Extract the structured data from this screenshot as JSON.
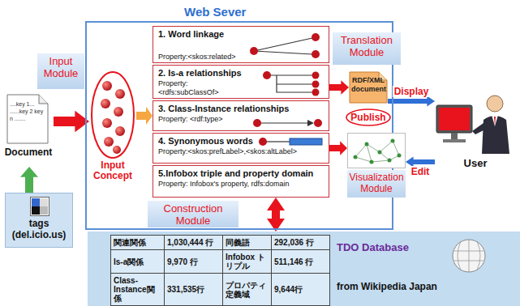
{
  "diagram": {
    "nodes": [
      {
        "text": [
          "Web Sever"
        ]
      },
      {
        "text": [
          "Input Module"
        ]
      },
      {
        "text": [
          "Input Concept"
        ],
        "in": 0
      },
      {
        "text": [
          "1. Word linkage",
          "Property:<skos:related>"
        ],
        "in": 0
      },
      {
        "text": [
          "2. Is-a relationships",
          "Property: <rdfs:subClassOf>"
        ],
        "in": 0
      },
      {
        "text": [
          "3. Class-Instance relationships",
          "Property: <rdf:type>"
        ],
        "in": 0
      },
      {
        "text": [
          "4. Synonymous words",
          "Property:<skos:prefLabel>,<skos:altLabel>"
        ],
        "in": 0
      },
      {
        "text": [
          "5.Infobox triple and property domain",
          "Property: Infobox's property, rdfs:domain"
        ],
        "in": 0
      },
      {
        "text": [
          "Translation Module"
        ]
      },
      {
        "text": [
          "RDF/XML document"
        ],
        "in": 0
      },
      {
        "text": [
          "Publish"
        ],
        "in": 0
      },
      {
        "text": [
          "Visualization Module"
        ]
      },
      {
        "text": [
          "Construction Module"
        ],
        "in": 0
      },
      {
        "text": [
          "....key 1... ......key 2 key n .......",
          "Document"
        ]
      },
      {
        "text": [
          "tags (del.icio.us)"
        ]
      },
      {
        "text": [
          "User"
        ]
      },
      {
        "text": [
          "TDO Database",
          "from Wikipedia Japan"
        ]
      }
    ],
    "edges": [
      {
        "from": 14,
        "to": 13,
        "arrow": "to"
      },
      {
        "from": 13,
        "to": 2,
        "arrow": "to"
      },
      {
        "from": 2,
        "to": 5,
        "arrow": "to"
      },
      {
        "from": 4,
        "to": 9,
        "arrow": "to"
      },
      {
        "from": 6,
        "to": 11,
        "arrow": "to"
      },
      {
        "from": 9,
        "to": 15,
        "arrow": "to",
        "label": "Display"
      },
      {
        "from": 15,
        "to": 11,
        "arrow": "to",
        "label": "Edit"
      },
      {
        "from": 7,
        "to": 16,
        "arrow": "both"
      }
    ],
    "labels": [
      "関連関係",
      "1,030,444 行",
      "同義語",
      "292,036 行",
      "Is-a関係",
      "9,970 行",
      "Infobox トリプル",
      "511,146 行",
      "Class-Instance関係",
      "331,535行",
      "プロパティ定義域",
      "9,644行"
    ]
  }
}
